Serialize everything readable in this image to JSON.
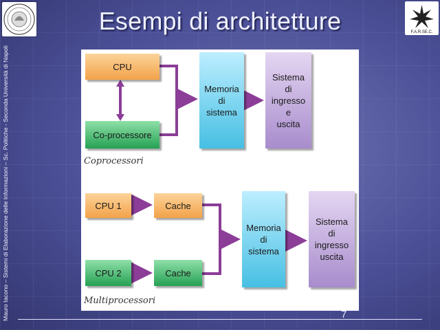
{
  "slide": {
    "title": "Esempi di architetture",
    "side_text": "Mauro Iacono – Sistemi di Elaborazione delle Informazioni – Sc. Politiche - Seconda Università di Napoli",
    "page_number": "7",
    "logo_right_text": "F.A.R.SE.C."
  },
  "diagram1": {
    "cpu": "CPU",
    "coprocessor": "Co-processore",
    "memory": "Memoria\ndi\nsistema",
    "io": "Sistema\ndi\ningresso\ne\nuscita",
    "caption": "Coprocessori"
  },
  "diagram2": {
    "cpu1": "CPU 1",
    "cpu2": "CPU 2",
    "cache1": "Cache",
    "cache2": "Cache",
    "memory": "Memoria\ndi\nsistema",
    "io": "Sistema\ndi\ningresso\nuscita",
    "caption": "Multiprocessori"
  },
  "colors": {
    "arrow": "#8b3d97",
    "cpu": "#f3a24a",
    "coprocessor": "#25a154",
    "memory": "#46bfe3",
    "io": "#a88ccc"
  }
}
